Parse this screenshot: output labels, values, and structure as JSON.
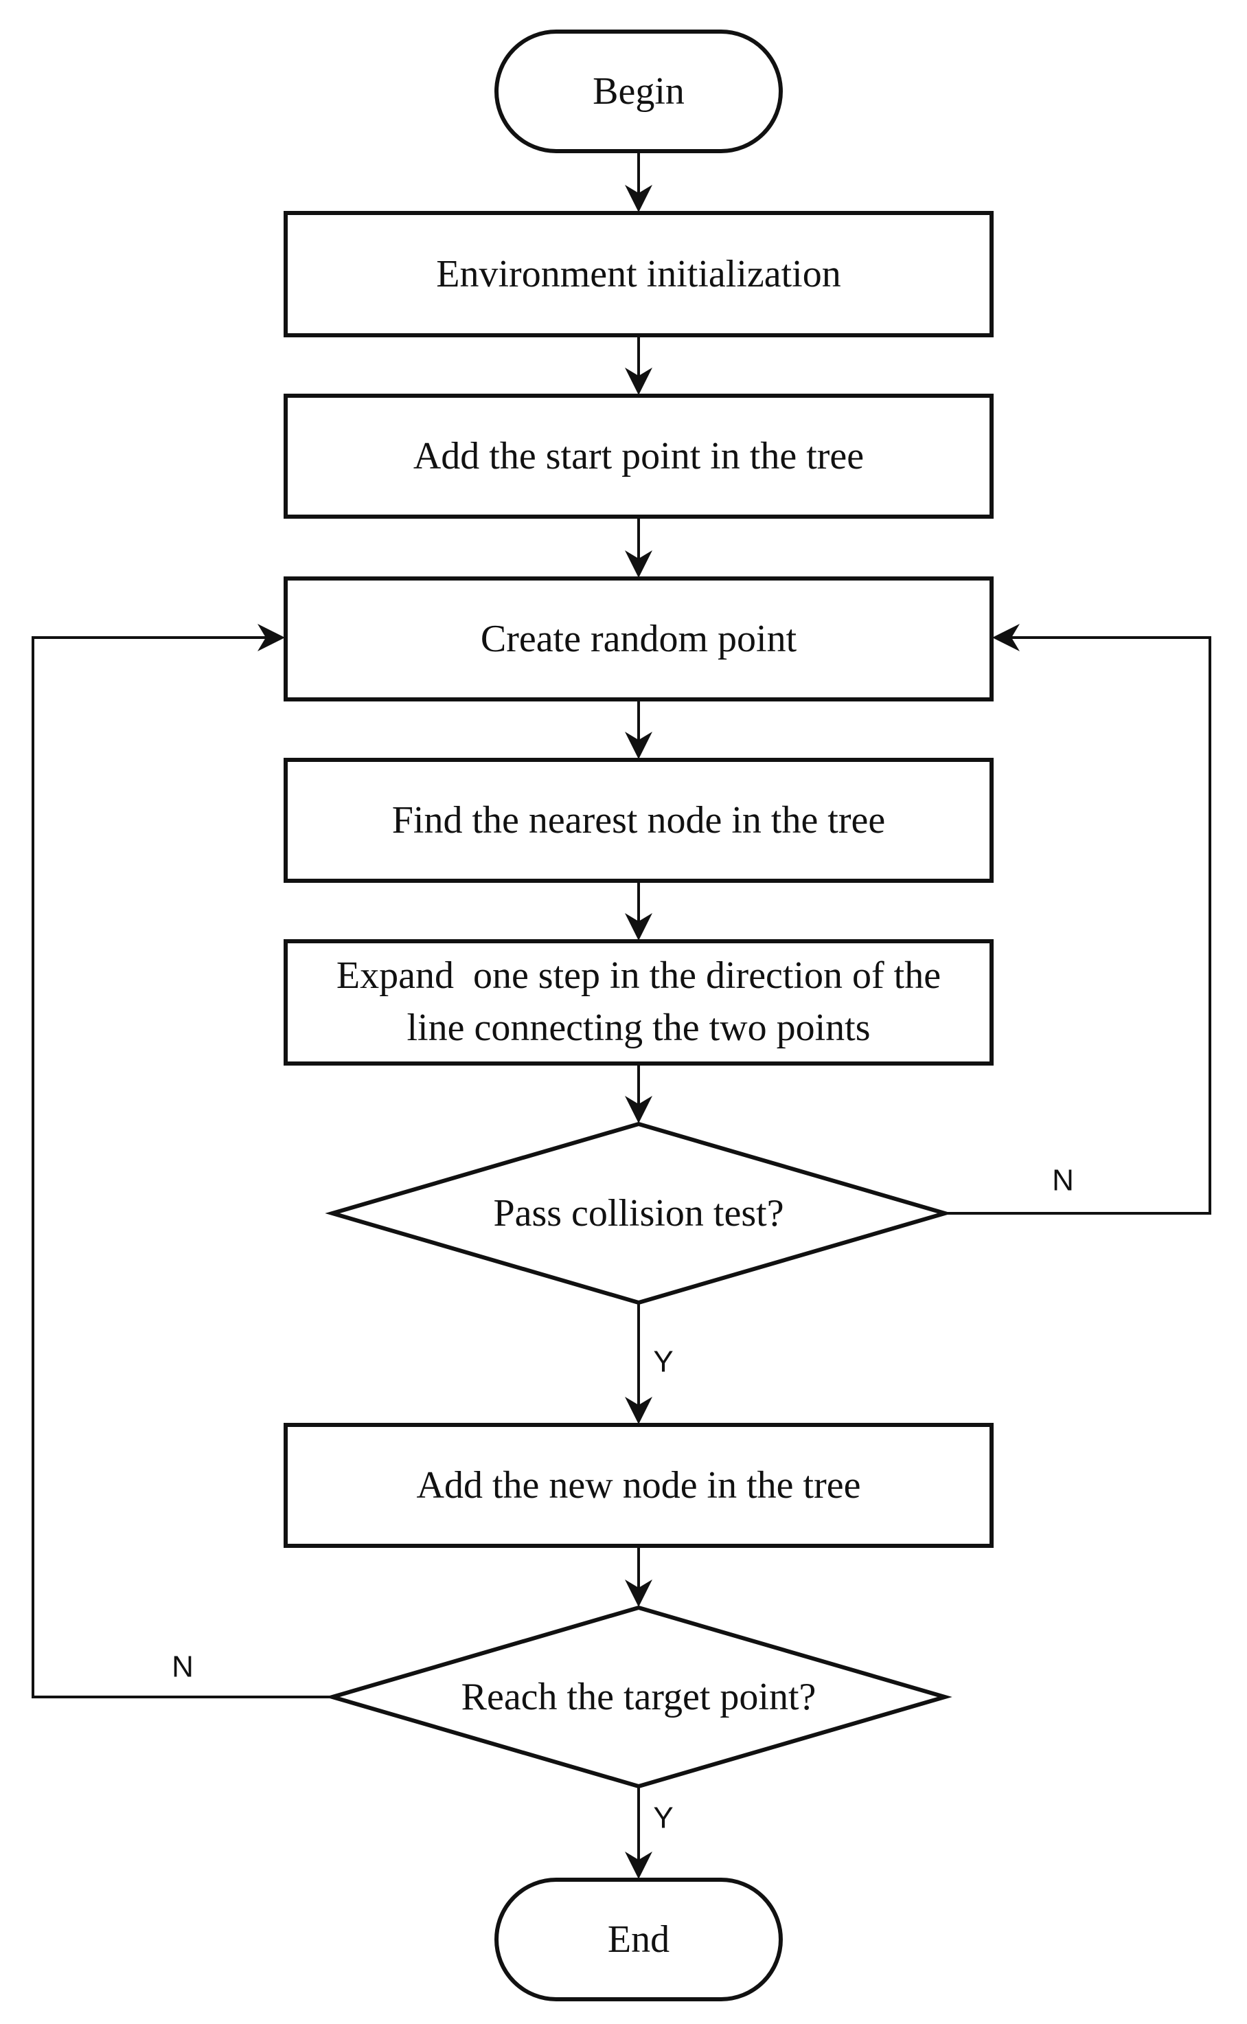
{
  "nodes": {
    "begin": "Begin",
    "env_init": "Environment initialization",
    "add_start": "Add the start point in the tree",
    "create_random": "Create random point",
    "find_nearest": "Find the nearest node in the tree",
    "expand_line1": "Expand  one step in the direction of the",
    "expand_line2": "line connecting the two points",
    "collision": "Pass collision test?",
    "add_new": "Add the new node in the tree",
    "reach_target": "Reach the target point?",
    "end": "End"
  },
  "edge_labels": {
    "collision_no": "N",
    "collision_yes": "Y",
    "target_no": "N",
    "target_yes": "Y"
  }
}
